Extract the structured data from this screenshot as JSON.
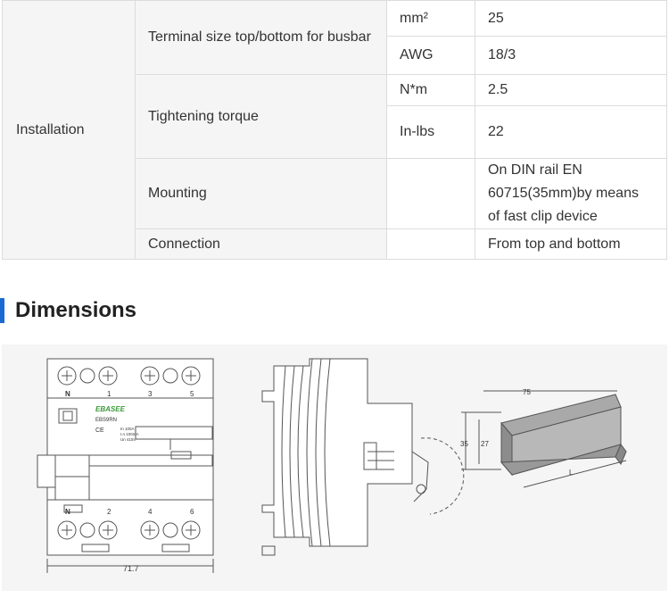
{
  "spec": {
    "group": "Installation",
    "rows": [
      {
        "label": "Terminal size top/bottom for busbar",
        "unit": "mm²",
        "value": "25"
      },
      {
        "unit": "AWG",
        "value": "18/3"
      },
      {
        "label": "Tightening torque",
        "unit": "N*m",
        "value": "2.5"
      },
      {
        "unit": "In-lbs",
        "value": "22"
      },
      {
        "label": "Mounting",
        "unit": "",
        "value": "On DIN rail EN 60715(35mm)by means of fast clip device"
      },
      {
        "label": "Connection",
        "unit": "",
        "value": "From top and bottom"
      }
    ]
  },
  "section": {
    "title": "Dimensions"
  },
  "drawing": {
    "front": {
      "top_terminals": [
        "N",
        "1",
        "3",
        "5"
      ],
      "bottom_terminals": [
        "N",
        "2",
        "4",
        "6"
      ],
      "brand": "EBASEE",
      "model": "EBS9RN",
      "ce": "CE",
      "ratings": [
        "In 100A",
        "I.n 100mA",
        "Un 415V"
      ],
      "width_dim": "71.7"
    },
    "rail": {
      "dim_top": "75",
      "dim_height": "35",
      "dim_inner": "27",
      "dim_length": "L"
    }
  }
}
